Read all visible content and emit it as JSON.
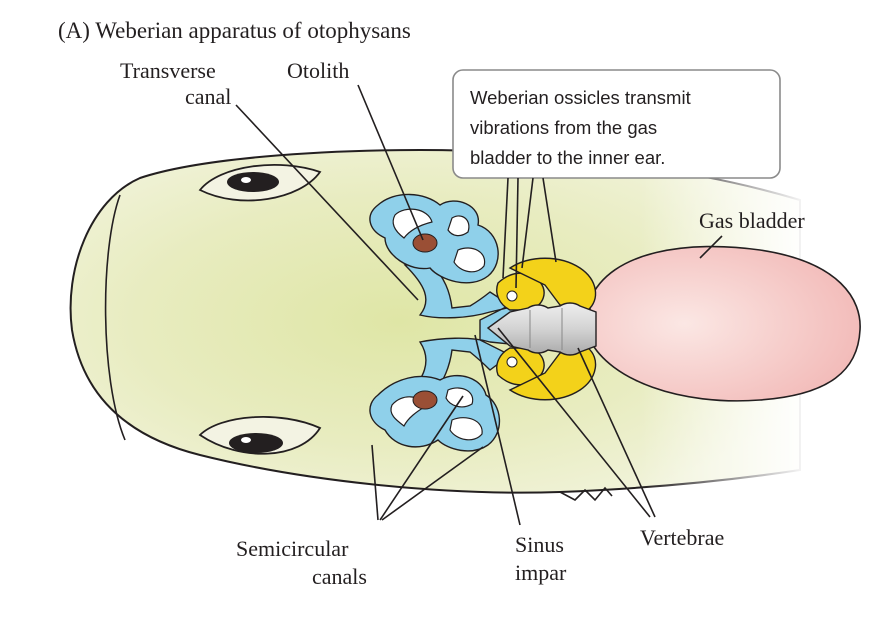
{
  "figure": {
    "title": "(A)  Weberian apparatus of otophysans"
  },
  "labels": {
    "transverse_canal_line1": "Transverse",
    "transverse_canal_line2": "canal",
    "otolith": "Otolith",
    "gas_bladder": "Gas bladder",
    "semicircular_line1": "Semicircular",
    "semicircular_line2": "canals",
    "sinus_line1": "Sinus",
    "sinus_line2": "impar",
    "vertebrae": "Vertebrae"
  },
  "callout": {
    "line1": "Weberian ossicles transmit",
    "line2": "vibrations from the gas",
    "line3": "bladder to the inner ear."
  },
  "colors": {
    "fish_body": "#e9ecc4",
    "fish_outline": "#231f20",
    "inner_ear": "#8fd0ea",
    "otolith": "#9a4f35",
    "ossicles": "#f3d21a",
    "vertebrae": "#c9c9c9",
    "gas_bladder": "#f7c9c7"
  }
}
